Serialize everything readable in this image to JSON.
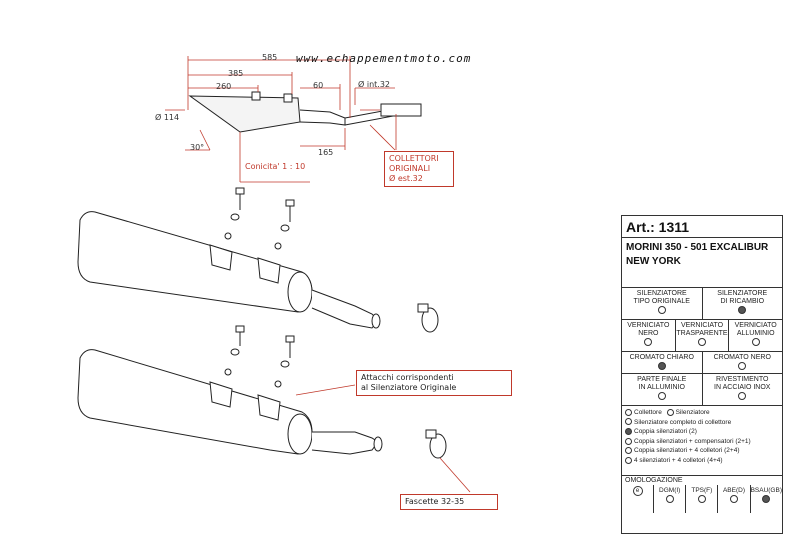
{
  "website": "www.echappementmoto.com",
  "colors": {
    "accent": "#c0392b",
    "line": "#222222",
    "filled_circle": "#555555"
  },
  "dimensions": {
    "d585": "585",
    "d385": "385",
    "d260": "260",
    "d60": "60",
    "d165": "165",
    "dia114": "Ø 114",
    "int32": "Ø int.32",
    "angle30": "30°",
    "conicita": "Conicita' 1 : 10"
  },
  "callouts": {
    "collettori": [
      "COLLETTORI",
      "ORIGINALI",
      "Ø est.32"
    ],
    "attacchi": [
      "Attacchi corrispondenti",
      "al Silenziatore Originale"
    ],
    "fascette": "Fascette 32-35"
  },
  "sheet": {
    "art_label": "Art.: 1311",
    "model_lines": [
      "MORINI 350 - 501 EXCALIBUR",
      "NEW YORK"
    ],
    "silenziatore": [
      {
        "label": [
          "SILENZIATORE",
          "TIPO ORIGINALE"
        ],
        "filled": false
      },
      {
        "label": [
          "SILENZIATORE",
          "DI RICAMBIO"
        ],
        "filled": true
      }
    ],
    "verniciato": [
      {
        "label": [
          "VERNICIATO",
          "NERO"
        ],
        "filled": false
      },
      {
        "label": [
          "VERNICIATO",
          "TRASPARENTE"
        ],
        "filled": false
      },
      {
        "label": [
          "VERNICIATO",
          "ALLUMINIO"
        ],
        "filled": false
      }
    ],
    "cromato": [
      {
        "label": [
          "CROMATO CHIARO"
        ],
        "filled": true
      },
      {
        "label": [
          "CROMATO NERO"
        ],
        "filled": false
      }
    ],
    "parte_finale": [
      {
        "label": [
          "PARTE FINALE",
          "IN ALLUMINIO"
        ],
        "filled": false
      },
      {
        "label": [
          "RIVESTIMENTO",
          "IN ACCIAIO INOX"
        ],
        "filled": false
      }
    ],
    "options": [
      {
        "label": "Collettore",
        "filled": false,
        "extra": "Silenziatore",
        "extra_filled": false
      },
      {
        "label": "Silenziatore completo di collettore",
        "filled": false
      },
      {
        "label": "Coppia silenziatori (2)",
        "filled": true
      },
      {
        "label": "Coppia silenziatori + compensatori (2+1)",
        "filled": false
      },
      {
        "label": "Coppia silenziatori + 4 colletori (2+4)",
        "filled": false
      },
      {
        "label": "4 silenziatori + 4 colletori (4+4)",
        "filled": false
      }
    ],
    "omologazione_title": "OMOLOGAZIONE",
    "omologazione": [
      {
        "label": "e",
        "filled": false,
        "is_emark": true
      },
      {
        "label": "DGM(I)",
        "filled": false
      },
      {
        "label": "TPS(F)",
        "filled": false
      },
      {
        "label": "ABE(D)",
        "filled": false
      },
      {
        "label": "BSAU(GB)",
        "filled": true
      }
    ]
  }
}
